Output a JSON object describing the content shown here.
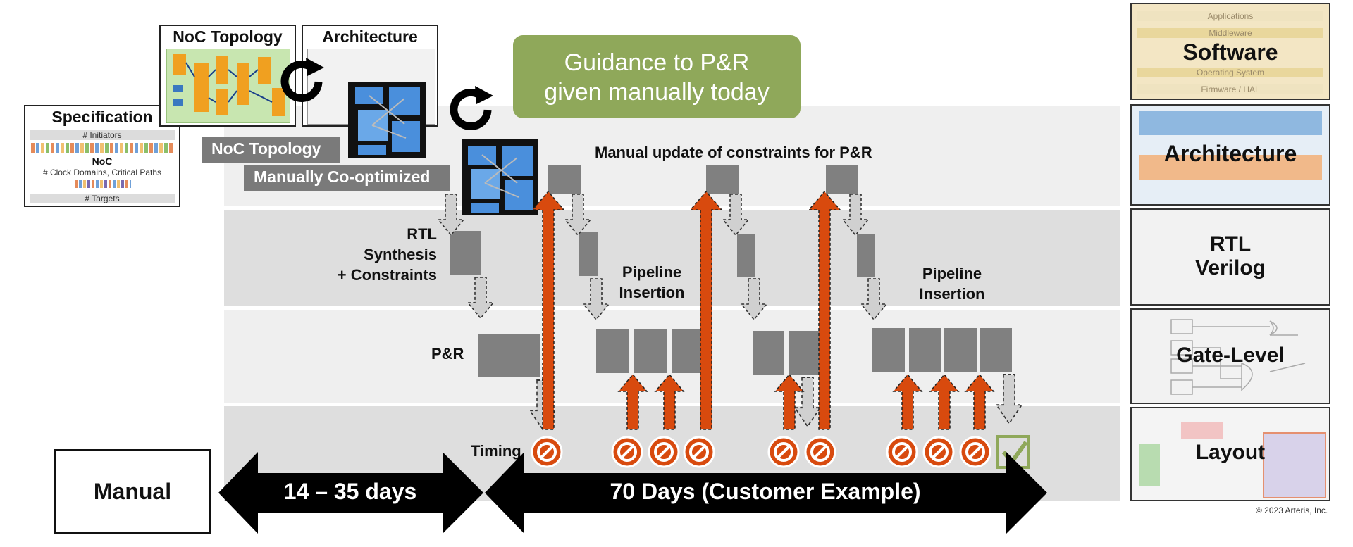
{
  "cards": {
    "noc_topology_title": "NoC Topology",
    "architecture_title": "Architecture",
    "specification_title": "Specification",
    "spec_initiators": "# Initiators",
    "spec_noc": "NoC",
    "spec_clock_domains": "# Clock Domains, Critical Paths",
    "spec_targets": "# Targets"
  },
  "tags": {
    "noc_topology": "NoC Topology",
    "manually_cooptimized": "Manually Co-optimized"
  },
  "guidance": {
    "line1": "Guidance to P&R",
    "line2": "given manually today"
  },
  "labels": {
    "manual_update": "Manual update of constraints for P&R",
    "rtl_line1": "RTL",
    "rtl_line2": "Synthesis",
    "rtl_line3": "+ Constraints",
    "pr": "P&R",
    "timing": "Timing",
    "pipeline1_line1": "Pipeline",
    "pipeline1_line2": "Insertion",
    "pipeline2_line1": "Pipeline",
    "pipeline2_line2": "Insertion"
  },
  "bottom": {
    "manual": "Manual",
    "days_short": "14 – 35 days",
    "days_long": "70 Days (Customer Example)"
  },
  "stack": {
    "software": "Software",
    "software_rows": [
      "Applications",
      "Middleware",
      "Operating System",
      "Firmware / HAL"
    ],
    "architecture": "Architecture",
    "rtl_line1": "RTL",
    "rtl_line2": "Verilog",
    "gate_level": "Gate-Level",
    "layout": "Layout"
  },
  "copyright": "© 2023 Arteris, Inc.",
  "colors": {
    "orange": "#d84a0e",
    "green": "#8fa85a",
    "gray_box": "#808080",
    "check_green": "#8fa85a"
  },
  "icons": [
    "refresh-cycle-icon",
    "no-entry-icon",
    "checkmark-icon",
    "down-arrow-icon",
    "up-arrow-icon"
  ]
}
